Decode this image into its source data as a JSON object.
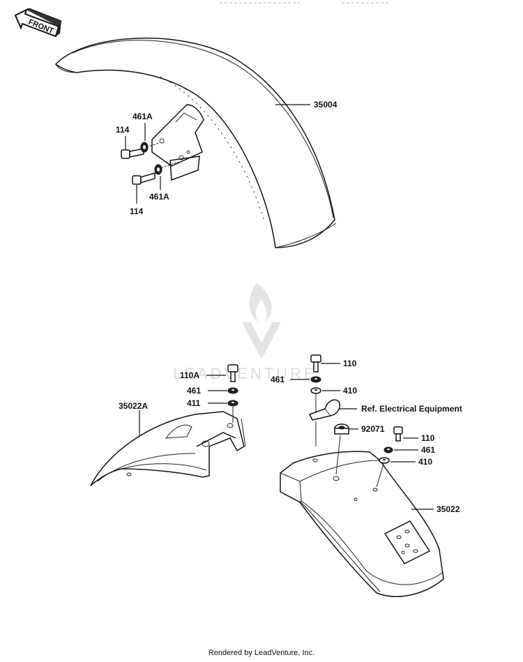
{
  "front_arrow": {
    "label": "FRONT"
  },
  "watermark": {
    "text": "LEADVENTURE"
  },
  "callouts": {
    "c35004": "35004",
    "c461A_top": "461A",
    "c114_top": "114",
    "c461A_bottom": "461A",
    "c114_bottom": "114",
    "c110A": "110A",
    "c461_left": "461",
    "c411": "411",
    "c35022A": "35022A",
    "c110_top": "110",
    "c461_mid": "461",
    "c410_top": "410",
    "c_ref": "Ref.  Electrical Equipment",
    "c92071": "92071",
    "c110_right": "110",
    "c461_right": "461",
    "c410_right": "410",
    "c35022": "35022"
  },
  "footer": {
    "text": "Rendered by LeadVenture, Inc."
  }
}
